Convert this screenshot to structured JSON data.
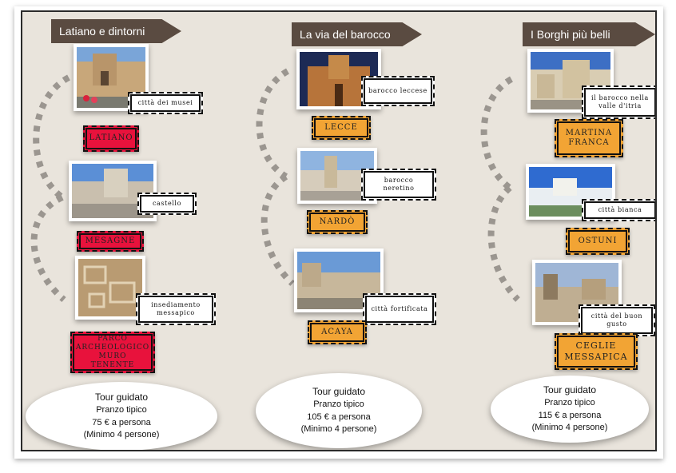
{
  "columns": [
    {
      "title": "Latiano e dintorni",
      "stops": [
        {
          "caption": "città dei musei",
          "place": "Latiano"
        },
        {
          "caption": "castello",
          "place": "Mesagne"
        },
        {
          "caption": "insediamento messapico",
          "place": "Parco archeologico Muro Tenente"
        }
      ],
      "tour": {
        "line1": "Tour guidato",
        "line2": "Pranzo tipico",
        "line3": "75 € a persona",
        "line4": "(Minimo 4 persone)"
      }
    },
    {
      "title": "La via del barocco",
      "stops": [
        {
          "caption": "barocco leccese",
          "place": "Lecce"
        },
        {
          "caption": "barocco neretino",
          "place": "Nardò"
        },
        {
          "caption": "città fortificata",
          "place": "Acaya"
        }
      ],
      "tour": {
        "line1": "Tour guidato",
        "line2": "Pranzo tipico",
        "line3": "105 € a persona",
        "line4": "(Minimo 4 persone)"
      }
    },
    {
      "title": "I Borghi più belli",
      "stops": [
        {
          "caption": "il barocco nella valle d'itria",
          "place": "Martina Franca"
        },
        {
          "caption": "città bianca",
          "place": "Ostuni"
        },
        {
          "caption": "città del buon gusto",
          "place": "Ceglie Messapica"
        }
      ],
      "tour": {
        "line1": "Tour guidato",
        "line2": "Pranzo tipico",
        "line3": "115 € a persona",
        "line4": "(Minimo 4 persone)"
      }
    }
  ],
  "colors": {
    "banner": "#5a4b41",
    "column1_label": "#e8123c",
    "column2_label": "#f2a434",
    "column3_label": "#f2a434",
    "background": "#e9e4dc"
  }
}
